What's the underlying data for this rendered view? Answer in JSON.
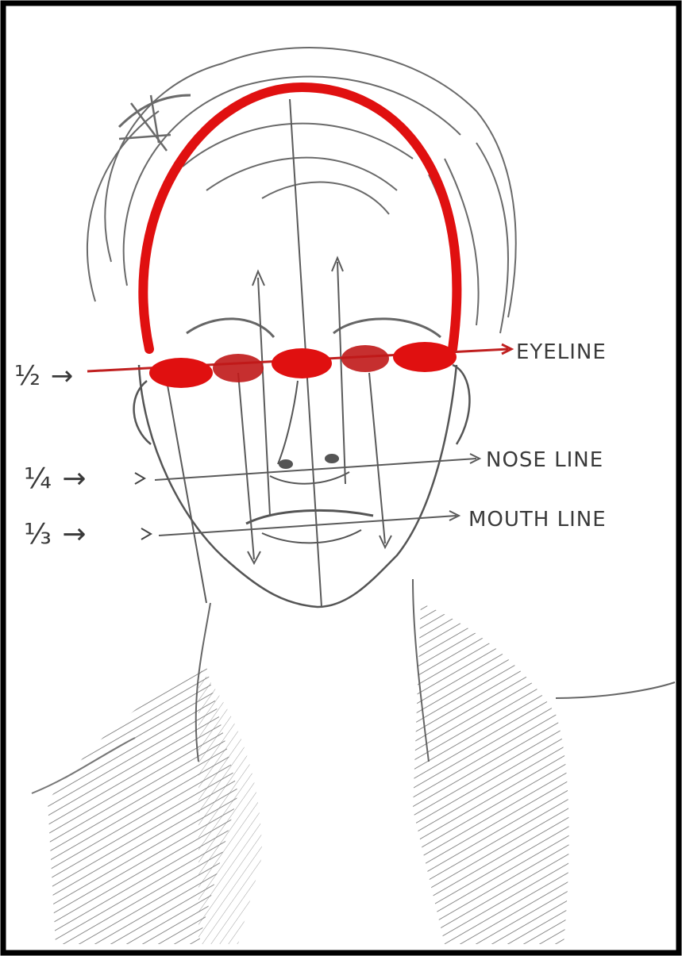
{
  "labels": {
    "eye_line": "EYELINE",
    "nose_line": "NOSE LINE",
    "mouth_line": "MOUTH LINE"
  },
  "fractions": {
    "eye": "½ →",
    "nose": "¼ →",
    "mouth": "⅓ →"
  },
  "colors": {
    "guide_red": "#e01010",
    "pencil": "#5a5a5a",
    "frame": "#000000"
  }
}
